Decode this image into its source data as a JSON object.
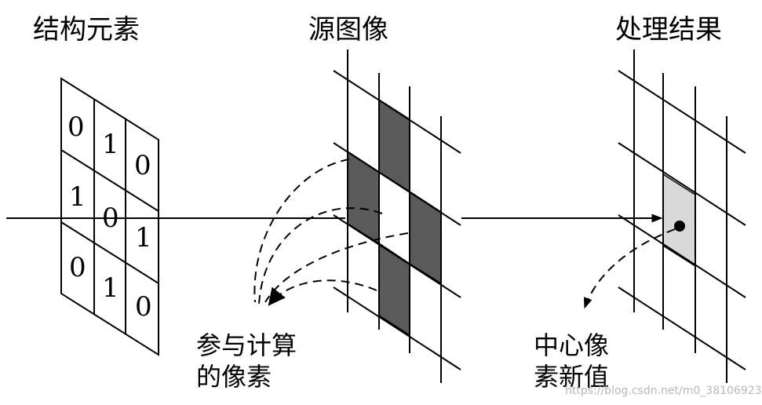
{
  "titles": {
    "structuring_element": "结构元素",
    "source_image": "源图像",
    "result": "处理结果"
  },
  "structuring_element": {
    "values": [
      [
        "0",
        "1",
        "0"
      ],
      [
        "1",
        "0",
        "1"
      ],
      [
        "0",
        "1",
        "0"
      ]
    ]
  },
  "captions": {
    "participating_pixels": [
      "参与计算",
      "的像素"
    ],
    "center_new_value": [
      "中心像",
      "素新值"
    ]
  },
  "colors": {
    "line": "#000000",
    "active_pixel": "#5a5a5a",
    "result_pixel": "#d9d9d9",
    "background": "#ffffff"
  },
  "watermark": "https://blog.csdn.net/m0_38106923"
}
